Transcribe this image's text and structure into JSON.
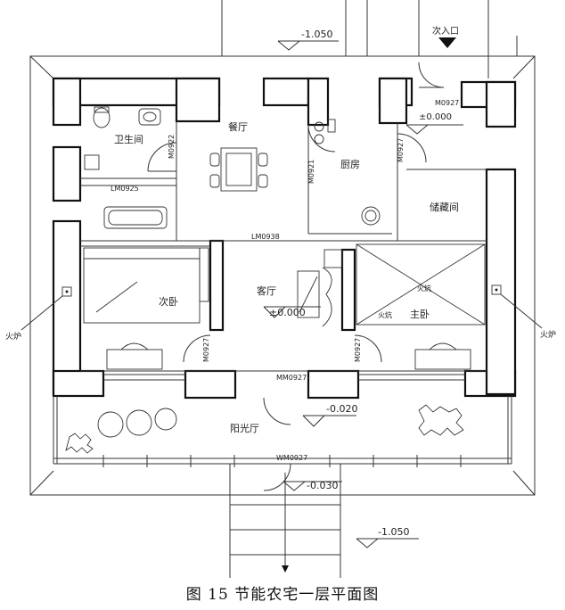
{
  "caption": "图 15  节能农宅一层平面图",
  "labels": {
    "top_level": "-1.050",
    "entrance": "次入口",
    "level_kitchen": "±0.000",
    "door_m0927_top": "M0927",
    "wc": "卫生间",
    "dining": "餐厅",
    "kitchen": "厨房",
    "storage": "储藏间",
    "bedroom_left": "次卧",
    "living": "客厅",
    "level_living": "±0.000",
    "bedroom_right": "主卧",
    "sunroom": "阳光厅",
    "level_sunroom": "-0.020",
    "level_entry": "-0.030",
    "bottom_level": "-1.050",
    "door_m0922": "M0922",
    "door_lm0925": "LM0925",
    "door_m0921": "M0921",
    "door_m0927_storage": "M0927",
    "door_lm0938": "LM0938",
    "door_m0927_left": "M0927",
    "door_m0927_right": "M0927",
    "door_mm0927": "MM0927",
    "door_wm0927": "WM0927",
    "tag_left": "火炉",
    "tag_right": "火炉",
    "tag_living": "火炕",
    "tag_bedroom_right": "火炕"
  },
  "colors": {
    "wall": "#111111",
    "line": "#333333",
    "paper": "#ffffff"
  }
}
